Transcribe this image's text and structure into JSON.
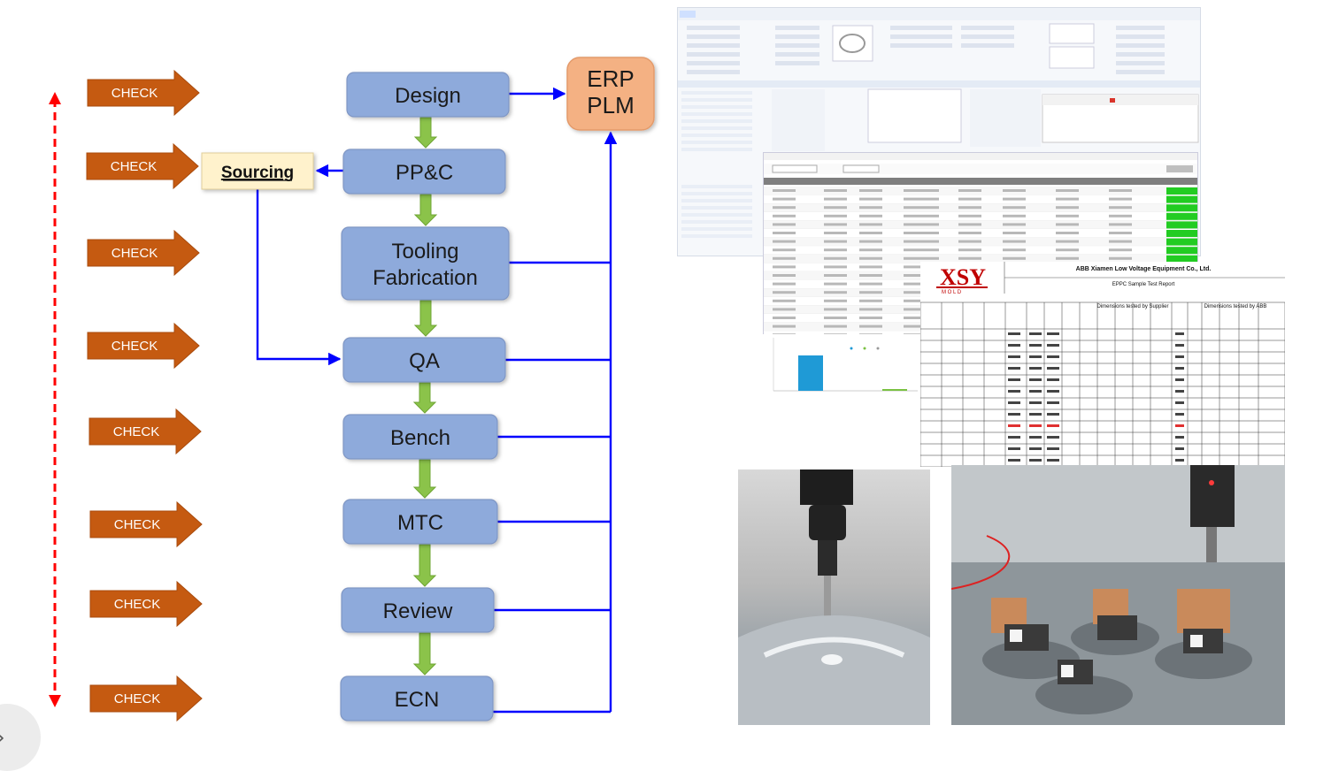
{
  "flow": {
    "steps": [
      {
        "id": "design",
        "label_lines": [
          "Design"
        ]
      },
      {
        "id": "ppc",
        "label_lines": [
          "PP&C"
        ]
      },
      {
        "id": "tooling",
        "label_lines": [
          "Tooling",
          "Fabrication"
        ]
      },
      {
        "id": "qa",
        "label_lines": [
          "QA"
        ]
      },
      {
        "id": "bench",
        "label_lines": [
          "Bench"
        ]
      },
      {
        "id": "mtc",
        "label_lines": [
          "MTC"
        ]
      },
      {
        "id": "review",
        "label_lines": [
          "Review"
        ]
      },
      {
        "id": "ecn",
        "label_lines": [
          "ECN"
        ]
      }
    ],
    "erp_lines": [
      "ERP",
      "PLM"
    ],
    "sourcing": "Sourcing",
    "check_label": "CHECK",
    "check_count": 8
  },
  "colors": {
    "step_fill": "#8eaadb",
    "step_stroke": "#7f96c4",
    "erp_fill": "#f4b183",
    "check_fill": "#c55a11",
    "sourcing_fill": "#fff2cc",
    "flow_arrow": "#8bc34a",
    "connector": "#0000ff",
    "timeline": "#ff0000"
  },
  "images": {
    "report": {
      "company": "ABB Xiamen Low Voltage Equipment Co., Ltd.",
      "report_title": "EPPC Sample Test Report",
      "logo": "XSY",
      "logo_sub": "M O L D",
      "supplier_header": "Dimensions tested by Supplier",
      "abb_header": "Dimensions tested by ABB"
    }
  },
  "icons": {
    "nav": "chevron-right-icon"
  }
}
